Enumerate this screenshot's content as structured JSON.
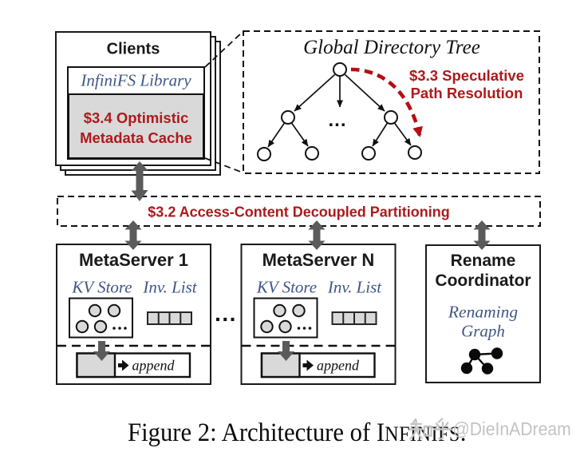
{
  "clients": {
    "title": "Clients",
    "library_label": "InfiniFS Library",
    "cache_line1": "$3.4 Optimistic",
    "cache_line2": "Metadata Cache"
  },
  "directory_tree": {
    "title": "Global Directory Tree",
    "annotation_line1": "$3.3 Speculative",
    "annotation_line2": "Path Resolution",
    "ellipsis": "..."
  },
  "partition": {
    "label": "$3.2 Access-Content Decoupled Partitioning"
  },
  "metaserver1": {
    "title": "MetaServer 1",
    "kv_label": "KV Store",
    "inv_label": "Inv. List",
    "kv_ellipsis": "...",
    "append_label": "append"
  },
  "metaserverN": {
    "title": "MetaServer N",
    "kv_label": "KV Store",
    "inv_label": "Inv. List",
    "kv_ellipsis": "...",
    "append_label": "append"
  },
  "between_servers_ellipsis": "...",
  "rename_coordinator": {
    "title_line1": "Rename",
    "title_line2": "Coordinator",
    "graph_line1": "Renaming",
    "graph_line2": "Graph"
  },
  "caption": {
    "prefix": "Figure 2: Architecture of ",
    "smallcaps_lead": "I",
    "smallcaps_rest": "NFINIFS",
    "suffix": "."
  },
  "watermark": {
    "text": "知乎@DieInADream",
    "cjk": "知乎",
    "handle": "@DieInADream"
  },
  "colors": {
    "dark_red": "#AD1A1D",
    "arrow_red": "#B40F12",
    "blue": "#3F5785",
    "gray_fill": "#D9D9D9",
    "arrow_gray": "#5B5B5B",
    "watermark_gray": "#C3C3C3"
  }
}
